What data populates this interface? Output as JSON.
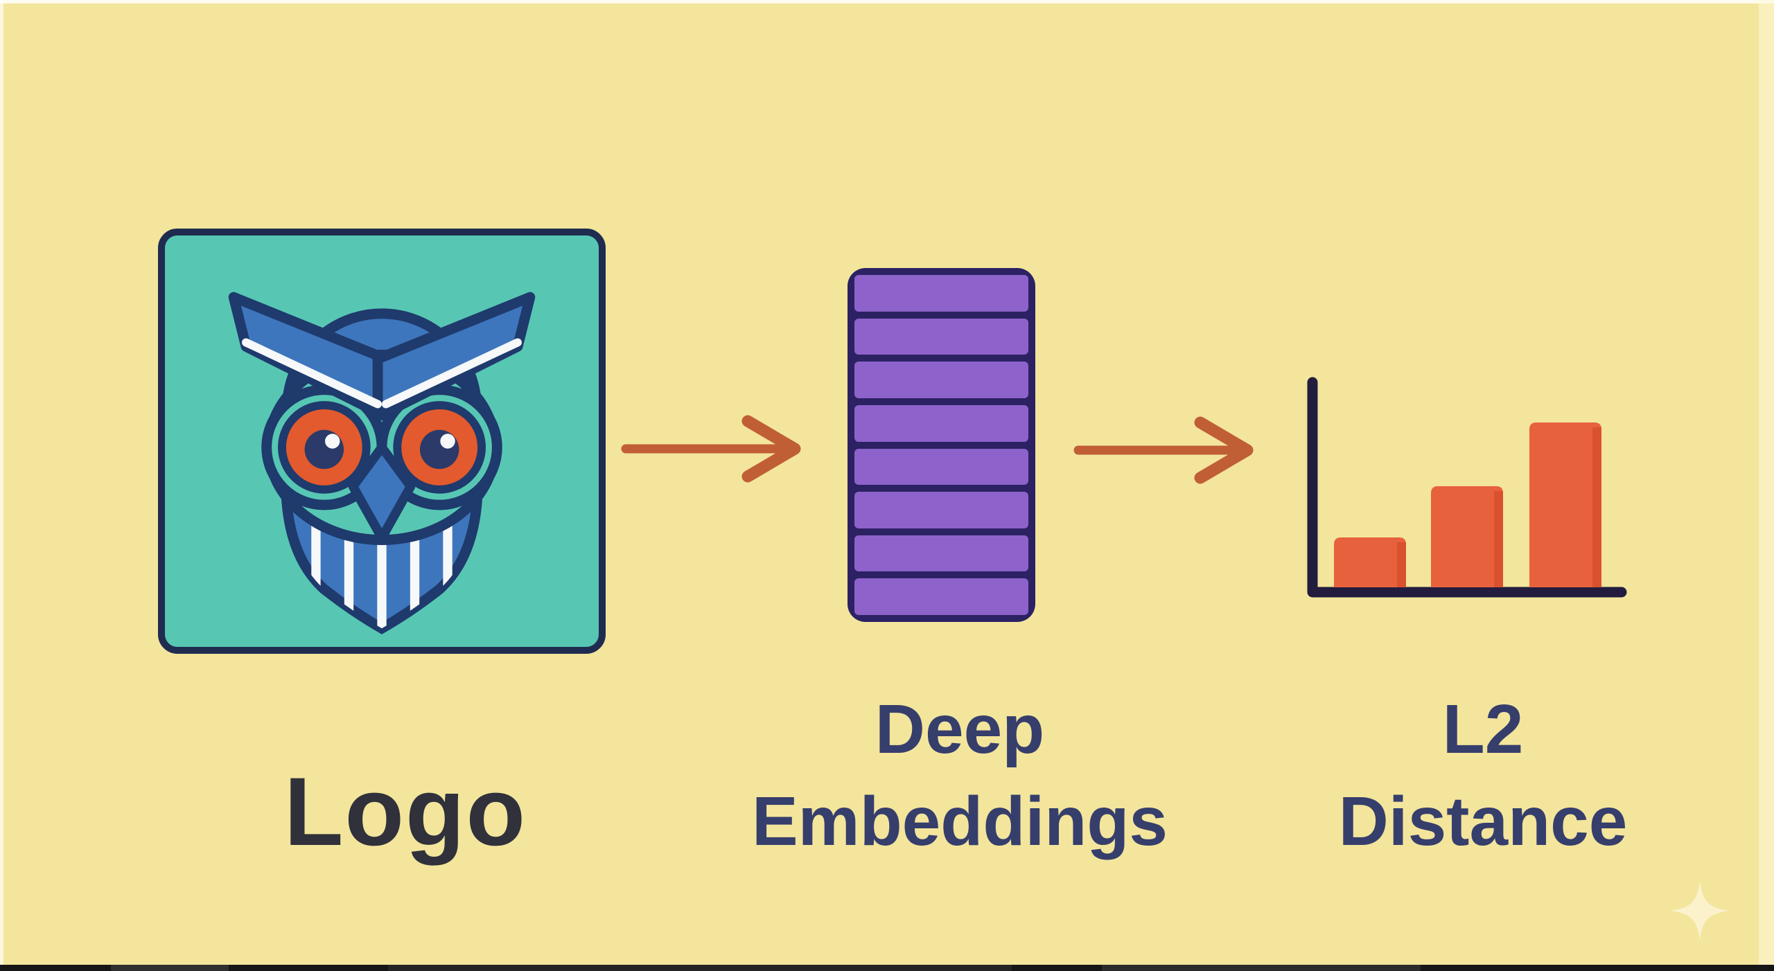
{
  "colors": {
    "background": "#f3e59c",
    "box_teal": "#57c7b4",
    "outline_navy": "#1f2c50",
    "owl_outline": "#1f3a6c",
    "owl_blue": "#3d76bd",
    "owl_orange": "#e25a2d",
    "owl_pupil": "#2b3a69",
    "owl_white": "#f6f8fa",
    "stack_purple": "#8d62ca",
    "stack_border": "#2c2163",
    "arrow_accent": "#c05e36",
    "bar_orange": "#e8613d",
    "bar_shade": "#d9512f",
    "axis_dark": "#221d3e",
    "label_dark": "#30313b",
    "label_navy": "#363e6c",
    "sparkle": "#fbf1cb"
  },
  "pipeline": {
    "input_label": "Logo",
    "embeddings_label_line1": "Deep",
    "embeddings_label_line2": "Embeddings",
    "embeddings_cell_count": 8,
    "distance_label_line1": "L2",
    "distance_label_line2": "Distance"
  },
  "chart_data": {
    "type": "bar",
    "title": "L2 Distance",
    "categories": [
      "bar-1",
      "bar-2",
      "bar-3"
    ],
    "values": [
      0.235,
      0.48,
      0.78
    ],
    "xlabel": "",
    "ylabel": "",
    "ylim": [
      0,
      1
    ],
    "grid": false,
    "legend": false,
    "tick_labels": false,
    "bar_color": "#e8613d",
    "axis_color": "#221d3e"
  }
}
